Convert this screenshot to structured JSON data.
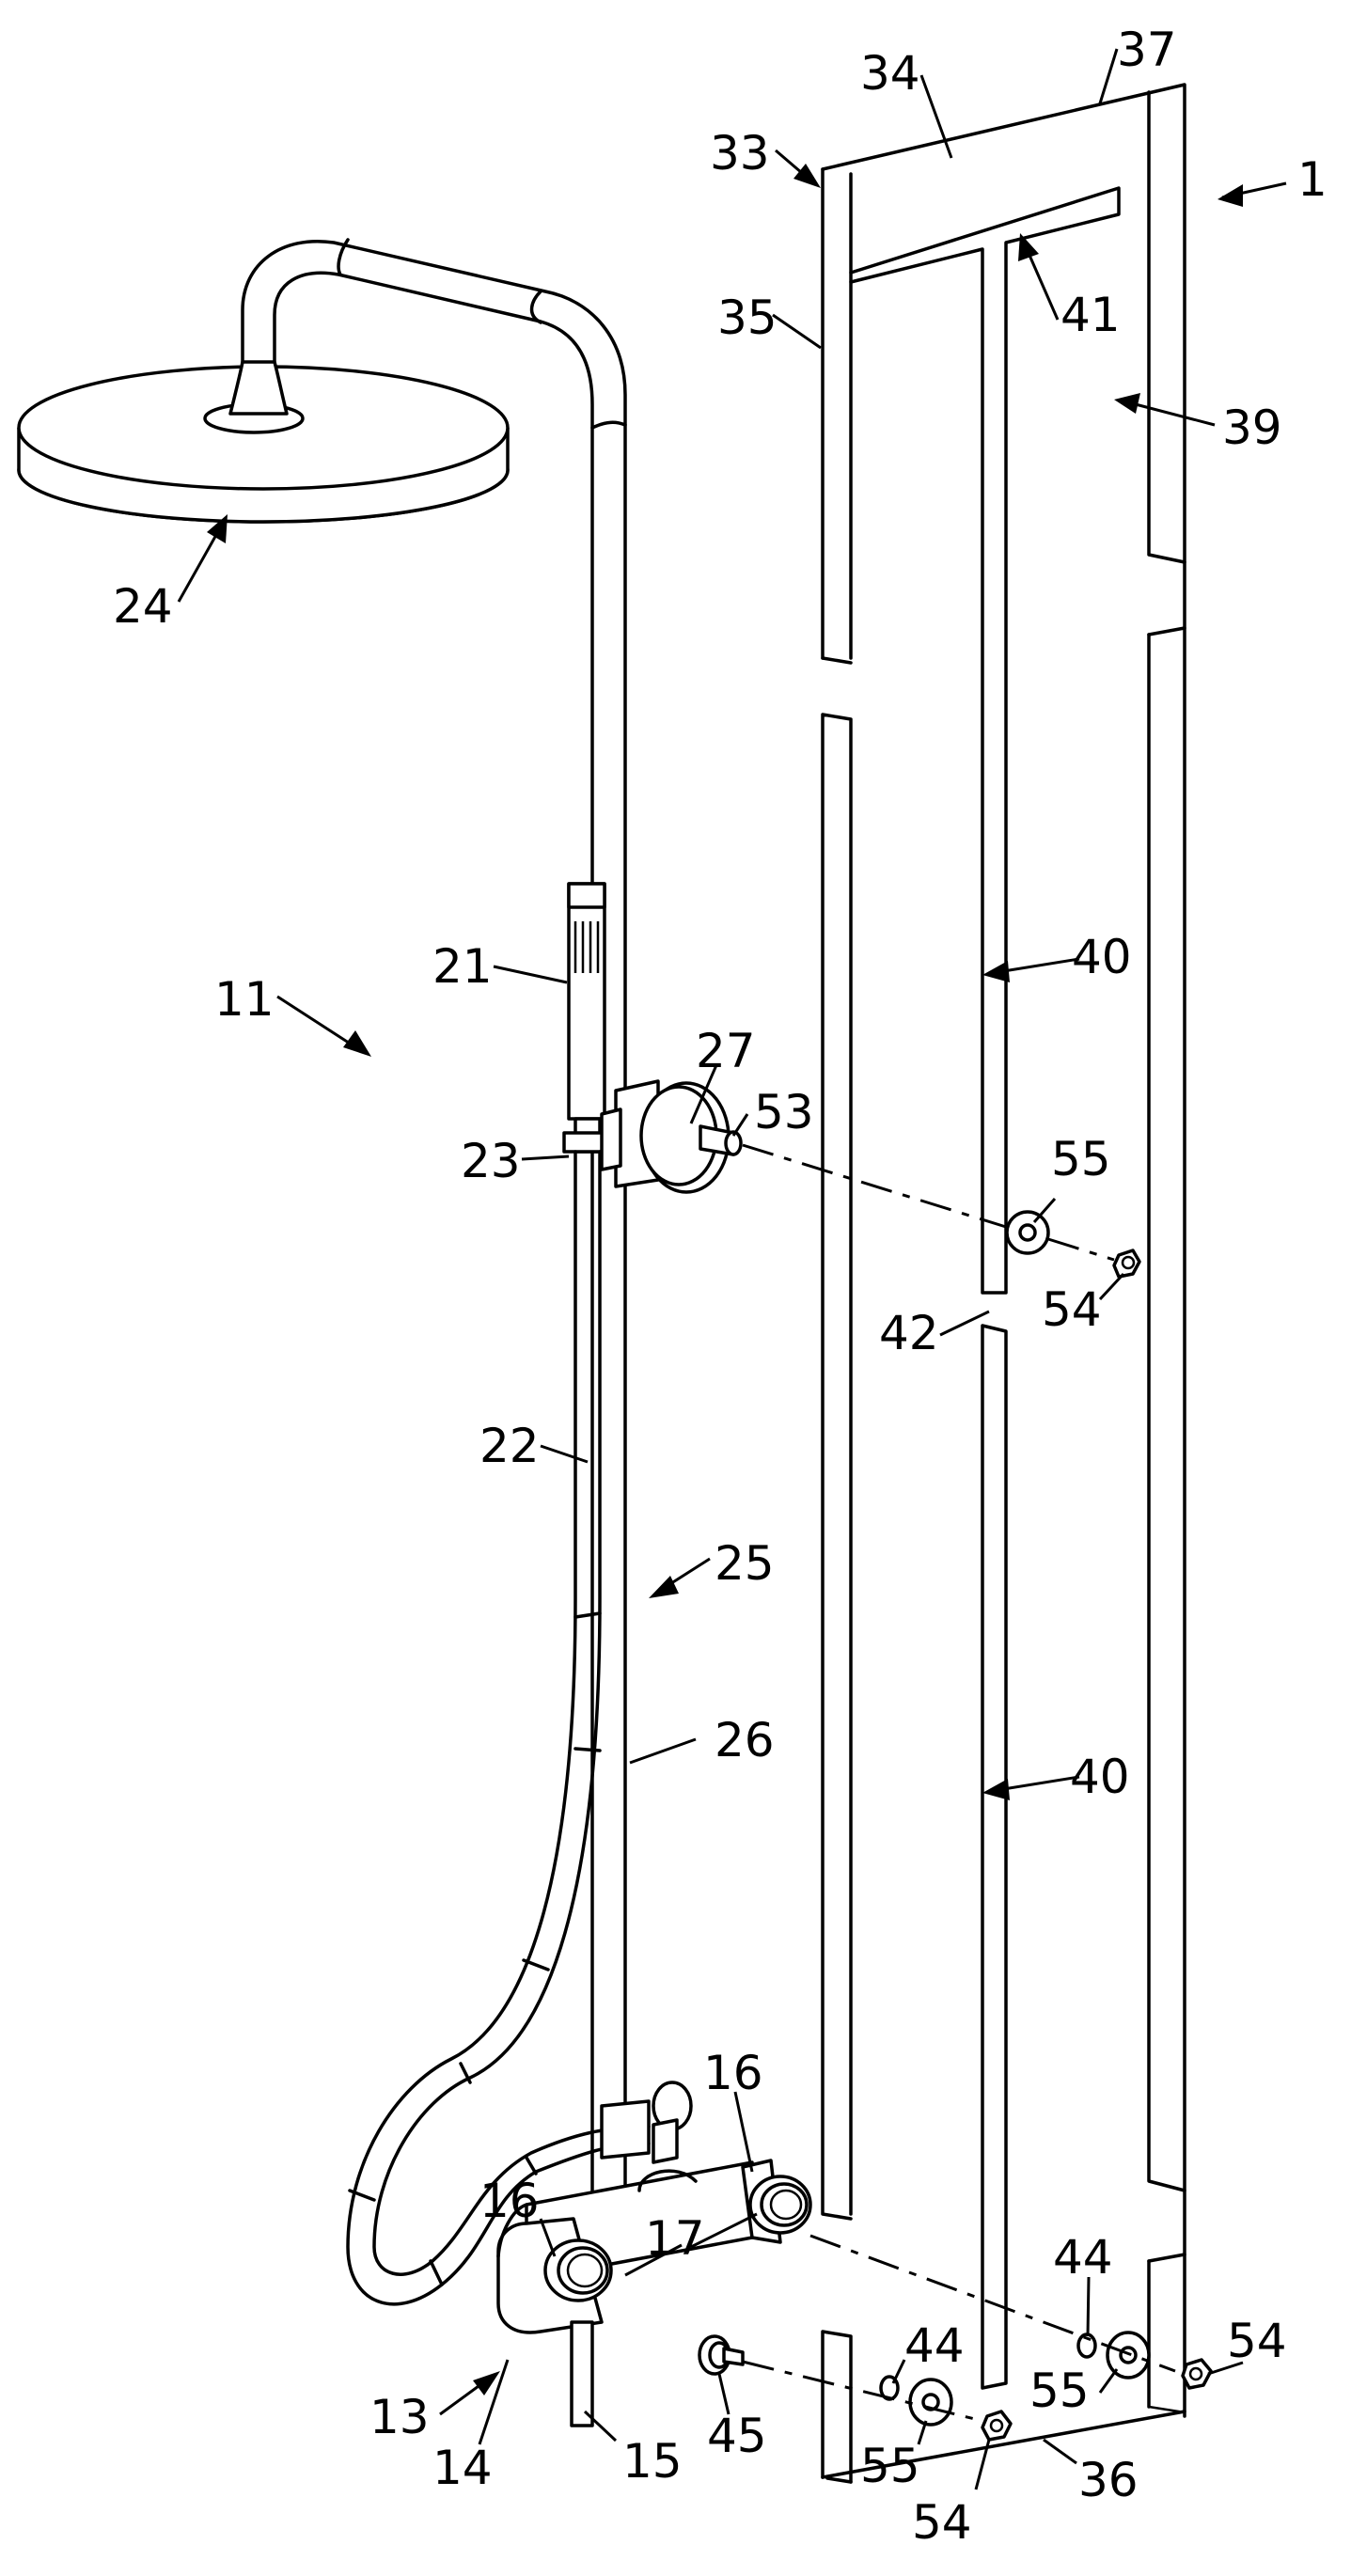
{
  "figure": {
    "description_labels": [
      {
        "id": "l1",
        "text": "1"
      },
      {
        "id": "l11",
        "text": "11"
      },
      {
        "id": "l13",
        "text": "13"
      },
      {
        "id": "l14",
        "text": "14"
      },
      {
        "id": "l15",
        "text": "15"
      },
      {
        "id": "l16a",
        "text": "16"
      },
      {
        "id": "l16b",
        "text": "16"
      },
      {
        "id": "l17",
        "text": "17"
      },
      {
        "id": "l21",
        "text": "21"
      },
      {
        "id": "l22",
        "text": "22"
      },
      {
        "id": "l23",
        "text": "23"
      },
      {
        "id": "l24",
        "text": "24"
      },
      {
        "id": "l25",
        "text": "25"
      },
      {
        "id": "l26",
        "text": "26"
      },
      {
        "id": "l27",
        "text": "27"
      },
      {
        "id": "l33",
        "text": "33"
      },
      {
        "id": "l34",
        "text": "34"
      },
      {
        "id": "l35",
        "text": "35"
      },
      {
        "id": "l36",
        "text": "36"
      },
      {
        "id": "l37",
        "text": "37"
      },
      {
        "id": "l39",
        "text": "39"
      },
      {
        "id": "l40a",
        "text": "40"
      },
      {
        "id": "l40b",
        "text": "40"
      },
      {
        "id": "l41",
        "text": "41"
      },
      {
        "id": "l42",
        "text": "42"
      },
      {
        "id": "l44a",
        "text": "44"
      },
      {
        "id": "l44b",
        "text": "44"
      },
      {
        "id": "l45",
        "text": "45"
      },
      {
        "id": "l53",
        "text": "53"
      },
      {
        "id": "l54a",
        "text": "54"
      },
      {
        "id": "l54b",
        "text": "54"
      },
      {
        "id": "l54c",
        "text": "54"
      },
      {
        "id": "l55a",
        "text": "55"
      },
      {
        "id": "l55b",
        "text": "55"
      },
      {
        "id": "l55c",
        "text": "55"
      }
    ]
  }
}
